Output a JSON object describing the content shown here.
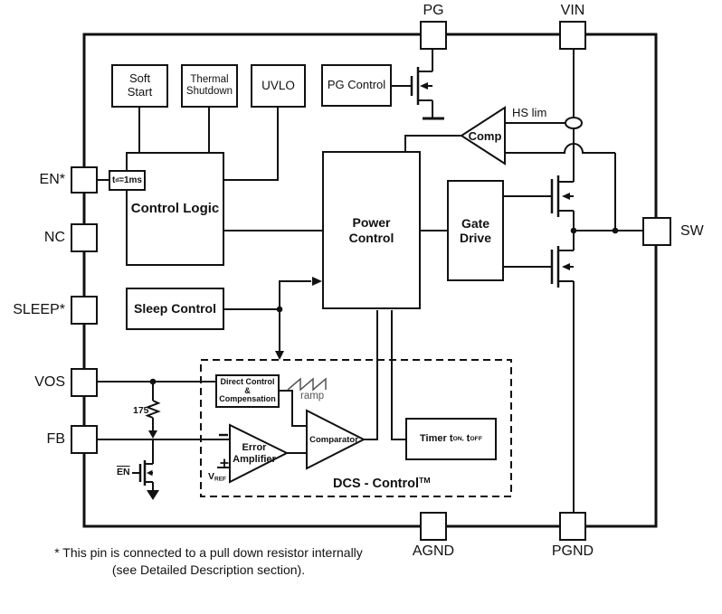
{
  "pins": {
    "pg": "PG",
    "vin": "VIN",
    "en": "EN*",
    "nc": "NC",
    "sleep": "SLEEP*",
    "vos": "VOS",
    "fb": "FB",
    "sw": "SW",
    "agnd": "AGND",
    "pgnd": "PGND"
  },
  "blocks": {
    "soft_start": {
      "line1": "Soft",
      "line2": "Start"
    },
    "thermal": {
      "line1": "Thermal",
      "line2": "Shutdown"
    },
    "uvlo": "UVLO",
    "pg_control": "PG Control",
    "control_logic": "Control Logic",
    "td": {
      "pre": "t",
      "sub": "d",
      "post": "=1ms"
    },
    "sleep_control": "Sleep Control",
    "power_control": {
      "line1": "Power",
      "line2": "Control"
    },
    "gate_drive": {
      "line1": "Gate",
      "line2": "Drive"
    },
    "dcc": {
      "line1": "Direct Control",
      "line2": "&",
      "line3": "Compensation"
    },
    "timer": {
      "pre": "Timer t",
      "sub1": "ON,",
      "mid": " t",
      "sub2": "OFF"
    },
    "comp": "Comp",
    "error_amp": {
      "line1": "Error",
      "line2": "Amplifier"
    },
    "comparator": "Comparator"
  },
  "labels": {
    "hs_lim": "HS lim",
    "ramp": "ramp",
    "r175": "175",
    "en_bar": "EN",
    "vref": {
      "base": "V",
      "sub": "REF"
    },
    "dcs": {
      "text": "DCS - Control",
      "sup": "TM"
    }
  },
  "footnote": {
    "line1": "* This pin is connected to a pull down resistor internally",
    "line2": "(see Detailed Description section)."
  },
  "colors": {
    "line": "#111111",
    "ramp_gray": "#555555",
    "background": "#ffffff"
  }
}
